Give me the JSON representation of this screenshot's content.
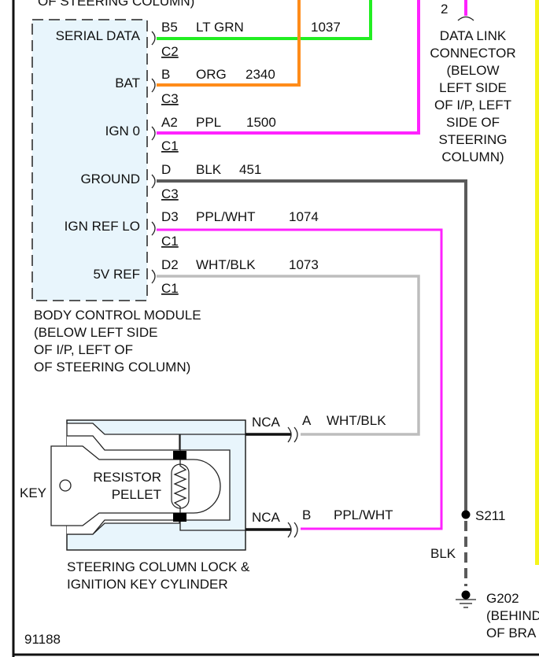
{
  "colors": {
    "lt_grn": "#22ee22",
    "org": "#ff8c1a",
    "ppl": "#ff22ff",
    "blk": "#5a5a5a",
    "wht_blk": "#bdbdbd",
    "module_fill": "#e8f5fc",
    "yellow_border": "#f5f51a"
  },
  "top_caption": "OF STEERING COLUMN)",
  "bcm": {
    "pins": [
      {
        "name": "SERIAL DATA",
        "pin": "B5",
        "connector": "C2",
        "wire_color": "LT GRN",
        "circuit": "1037"
      },
      {
        "name": "BAT",
        "pin": "B",
        "connector": "C3",
        "wire_color": "ORG",
        "circuit": "2340"
      },
      {
        "name": "IGN 0",
        "pin": "A2",
        "connector": "C1",
        "wire_color": "PPL",
        "circuit": "1500"
      },
      {
        "name": "GROUND",
        "pin": "D",
        "connector": "C3",
        "wire_color": "BLK",
        "circuit": "451"
      },
      {
        "name": "IGN REF LO",
        "pin": "D3",
        "connector": "C1",
        "wire_color": "PPL/WHT",
        "circuit": "1074"
      },
      {
        "name": "5V REF",
        "pin": "D2",
        "connector": "C1",
        "wire_color": "WHT/BLK",
        "circuit": "1073"
      }
    ],
    "caption": [
      "BODY CONTROL MODULE",
      "(BELOW LEFT SIDE",
      "OF I/P, LEFT OF",
      "OF STEERING COLUMN)"
    ]
  },
  "dlc": {
    "pin": "2",
    "caption": [
      "DATA LINK",
      "CONNECTOR",
      "(BELOW",
      "LEFT SIDE",
      "OF I/P, LEFT",
      "SIDE OF",
      "STEERING",
      "COLUMN)"
    ]
  },
  "lock_cylinder": {
    "key_label": "KEY",
    "resistor_label": [
      "RESISTOR",
      "PELLET"
    ],
    "caption": [
      "STEERING COLUMN LOCK &",
      "IGNITION KEY CYLINDER"
    ],
    "terminals": [
      {
        "nca": "NCA",
        "pin": "A",
        "wire_color": "WHT/BLK"
      },
      {
        "nca": "NCA",
        "pin": "B",
        "wire_color": "PPL/WHT"
      }
    ]
  },
  "splice": {
    "label": "S211",
    "wire_color": "BLK"
  },
  "ground": {
    "label": "G202",
    "caption": [
      "(BEHIND",
      "OF BRA"
    ]
  },
  "figure_number": "91188"
}
